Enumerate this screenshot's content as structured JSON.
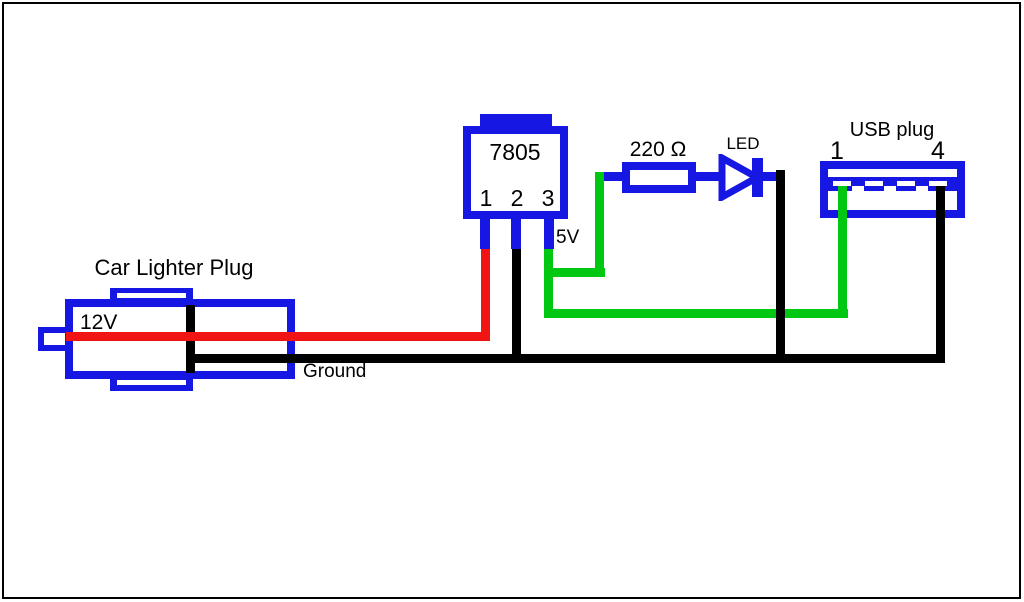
{
  "colors": {
    "background": "#ffffff",
    "frame": "#000000",
    "text": "#000000",
    "component_outline": "#1717e3",
    "wire_12v": "#f11414",
    "wire_ground": "#000000",
    "wire_5v": "#00c712"
  },
  "car_lighter_plug": {
    "label": "Car Lighter Plug",
    "voltage_label": "12V"
  },
  "regulator": {
    "label": "7805",
    "pins": [
      "1",
      "2",
      "3"
    ],
    "output_label": "5V"
  },
  "resistor": {
    "label": "220 Ω"
  },
  "led": {
    "label": "LED"
  },
  "usb": {
    "label": "USB plug",
    "pin_left": "1",
    "pin_right": "4"
  },
  "wires": {
    "ground_label": "Ground"
  }
}
